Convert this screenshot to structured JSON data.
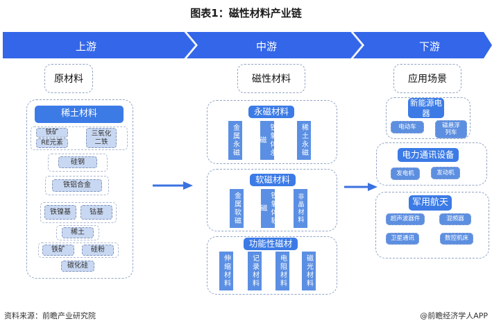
{
  "title": "图表1：磁性材料产业链",
  "banner": {
    "stages": [
      "上游",
      "中游",
      "下游"
    ],
    "color": "#3366e8"
  },
  "upstream": {
    "header": "原材料",
    "main_label": "稀土材料",
    "group1": {
      "left": [
        "铁矿",
        "RE元素"
      ],
      "right": "三氧化二铁"
    },
    "silicon_steel": "硅钢",
    "iron_aluminum": "铁铝合金",
    "group2": [
      "铁镍基",
      "钴基"
    ],
    "rare_earth": "稀土",
    "group3": [
      "铁矿",
      "硅粉"
    ],
    "silicon_carbide": "碳化硅"
  },
  "midstream": {
    "header": "磁性材料",
    "permanent": {
      "label": "永磁材料",
      "items": [
        "金属永磁",
        "铁氧体永磁",
        "稀土永磁"
      ]
    },
    "soft": {
      "label": "软磁材料",
      "items": [
        "金属软磁",
        "铁氧体软磁",
        "非晶材料"
      ]
    },
    "functional": {
      "label": "功能性磁材",
      "items": [
        "伸缩材料",
        "记录材料",
        "电阻材料",
        "磁光材料"
      ]
    }
  },
  "downstream": {
    "header": "应用场景",
    "new_energy": {
      "label": "新能源电器",
      "items": [
        "电动车",
        "磁悬浮列车"
      ]
    },
    "power_comm": {
      "label": "电力通讯设备",
      "items": [
        "发电机",
        "发动机"
      ]
    },
    "military": {
      "label": "军用航天",
      "items": [
        "超声波器件",
        "混频器",
        "卫星通讯",
        "数控机床"
      ]
    }
  },
  "footer": {
    "source": "资料来源：前瞻产业研究院",
    "credit": "@前瞻经济学人APP"
  }
}
